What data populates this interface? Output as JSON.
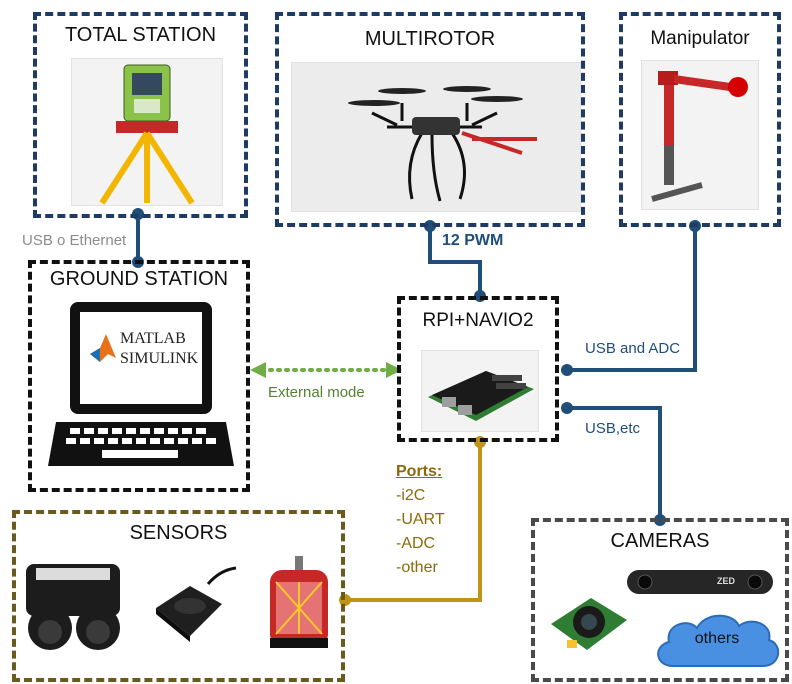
{
  "boxes": {
    "total_station": "TOTAL STATION",
    "multirotor": "MULTIROTOR",
    "manipulator": "Manipulator",
    "ground_station": "GROUND STATION",
    "rpi": "RPI+NAVIO2",
    "sensors": "SENSORS",
    "cameras": "CAMERAS"
  },
  "links": {
    "usb_ethernet": "USB o Ethernet",
    "pwm": "12 PWM",
    "usb_adc": "USB and ADC",
    "usb_etc": "USB,etc",
    "external_mode": "External mode"
  },
  "ports": {
    "title": "Ports:",
    "items": [
      "-i2C",
      "-UART",
      "-ADC",
      "-other"
    ]
  },
  "logos": {
    "matlab": "MATLAB",
    "simulink": "SIMULINK",
    "zed": "ZED"
  },
  "cloud_label": "others",
  "colors": {
    "blue_line": "#1f4e79",
    "gold_line": "#c09418",
    "green_dotted": "#70ad47",
    "gray_label": "#8c8c8c"
  }
}
